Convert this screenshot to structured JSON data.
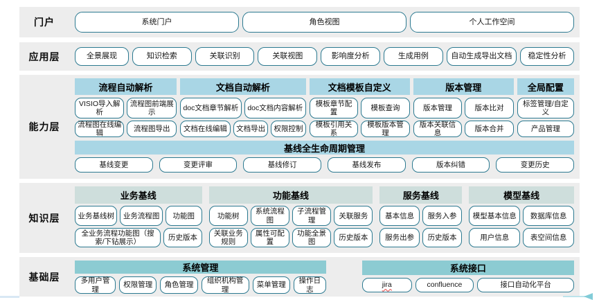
{
  "colors": {
    "band_background": "#EDEDED",
    "button_border": "#2B7990",
    "header_blue": "#A9D6E5",
    "header_pale_teal": "#CEDEDC",
    "header_teal": "#8CCBD2",
    "arrow": "#82CCD8"
  },
  "portal": {
    "label": "门户",
    "buttons": [
      "系统门户",
      "角色视图",
      "个人工作空间"
    ]
  },
  "app": {
    "label": "应用层",
    "buttons": [
      "全景展现",
      "知识检索",
      "关联识别",
      "关联视图",
      "影响度分析",
      "生成用例",
      "自动生成导出文档",
      "稳定性分析"
    ]
  },
  "capability": {
    "label": "能力层",
    "groups": [
      {
        "header": "流程自动解析",
        "row1": [
          "VISIO导入解析",
          "流程图前端展示"
        ],
        "row2": [
          "流程图在线编辑",
          "流程图导出"
        ]
      },
      {
        "header": "文档自动解析",
        "row1": [
          "doc文档章节解析",
          "doc文档内容解析"
        ],
        "row2": [
          "文档在线编辑",
          "文档导出",
          "权限控制"
        ]
      },
      {
        "header": "文档模板自定义",
        "row1": [
          "模板章节配置",
          "模板查询"
        ],
        "row2": [
          "模板引用关系",
          "模板版本管理"
        ]
      },
      {
        "header": "版本管理",
        "row1": [
          "版本管理",
          "版本比对"
        ],
        "row2": [
          "版本关联信息",
          "版本合并"
        ]
      },
      {
        "header": "全局配置",
        "row1": [
          "标签管理/自定义"
        ],
        "row2": [
          "产品管理"
        ]
      }
    ],
    "baseline": {
      "header": "基线全生命周期管理",
      "buttons": [
        "基线变更",
        "变更评审",
        "基线修订",
        "基线发布",
        "版本纠错",
        "变更历史"
      ]
    }
  },
  "knowledge": {
    "label": "知识层",
    "groups": [
      {
        "header": "业务基线",
        "row1": [
          "业务基线树",
          "业务流程图",
          "功能图"
        ],
        "row2": [
          "全业务流程功能图（搜索/下钻展示）",
          "历史版本"
        ]
      },
      {
        "header": "功能基线",
        "row1": [
          "功能树",
          "系统流程图",
          "子流程管理",
          "关联服务"
        ],
        "row2": [
          "关联业务规则",
          "属性可配置",
          "功能全景图",
          "历史版本"
        ]
      },
      {
        "header": "服务基线",
        "row1": [
          "基本信息",
          "服务入参"
        ],
        "row2": [
          "服务出参",
          "历史版本"
        ]
      },
      {
        "header": "模型基线",
        "row1": [
          "模型基本信息",
          "数据库信息"
        ],
        "row2": [
          "用户信息",
          "表空间信息"
        ]
      }
    ]
  },
  "foundation": {
    "label": "基础层",
    "groups": [
      {
        "header": "系统管理",
        "buttons": [
          "多用户管理",
          "权限管理",
          "角色管理",
          "组织机构管理",
          "菜单管理",
          "操作日志"
        ]
      },
      {
        "header": "系统接口",
        "buttons": [
          "jira",
          "confluence",
          "接口自动化平台"
        ]
      }
    ]
  }
}
